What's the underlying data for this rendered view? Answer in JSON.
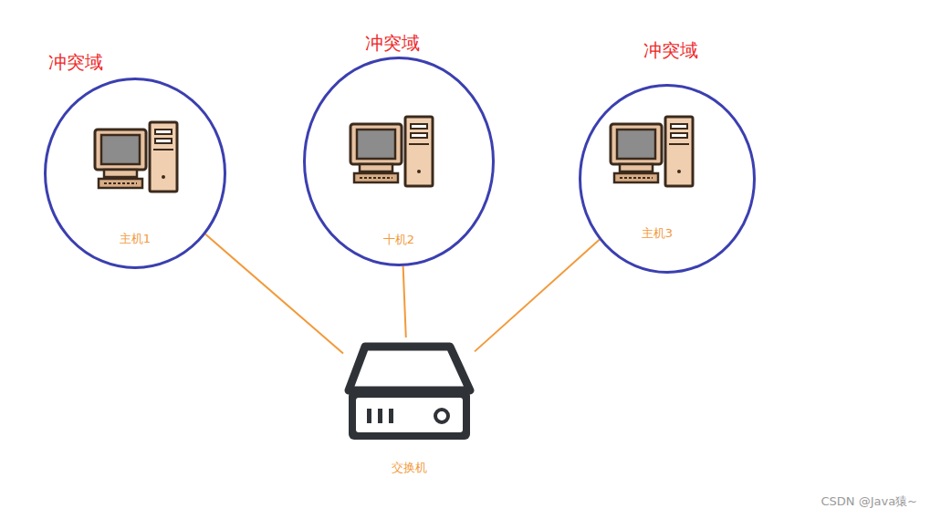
{
  "diagram": {
    "nodes": [
      {
        "text": [
          "冲突域",
          "主机1"
        ]
      },
      {
        "text": [
          "冲突域",
          "十机2"
        ]
      },
      {
        "text": [
          "冲突域",
          "主机3"
        ]
      },
      {
        "text": [
          "交换机"
        ]
      }
    ],
    "edges": [
      {
        "from": 0,
        "to": 3,
        "arrow": "none"
      },
      {
        "from": 1,
        "to": 3,
        "arrow": "none"
      },
      {
        "from": 2,
        "to": 3,
        "arrow": "none"
      }
    ],
    "labels": [
      "CSDN @Java猿~"
    ]
  }
}
